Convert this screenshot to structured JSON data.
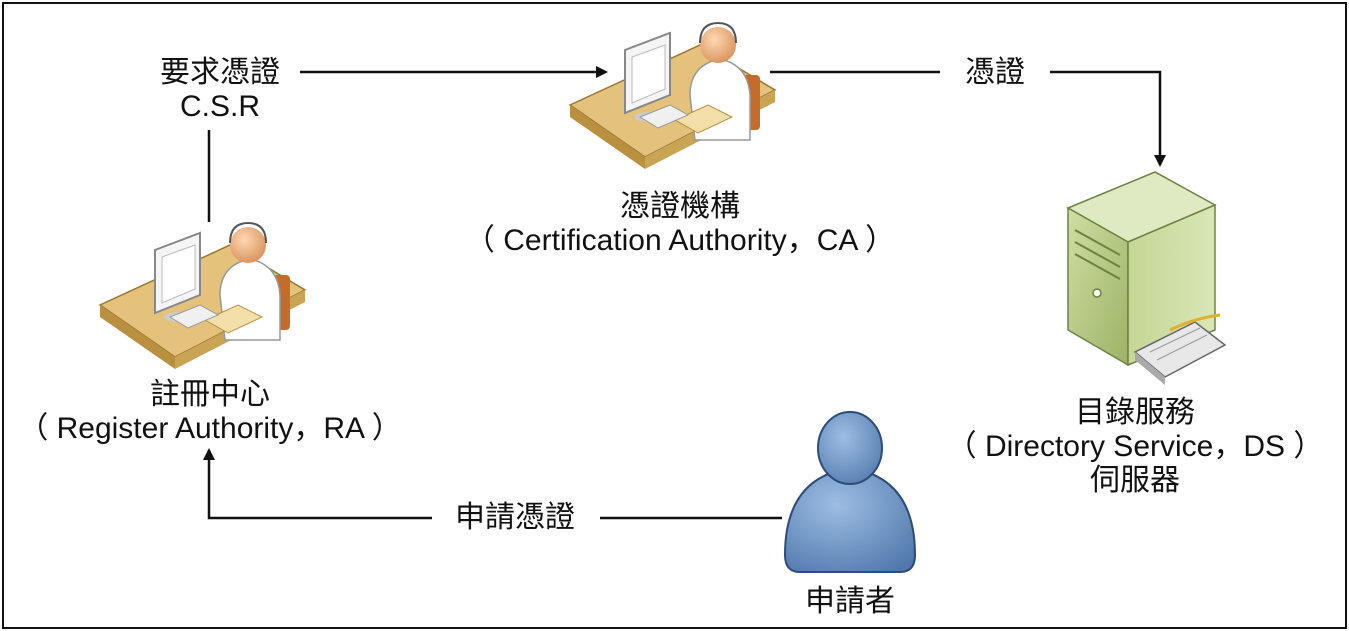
{
  "nodes": {
    "ra": {
      "title": "註冊中心",
      "subtitle": "（ Register Authority，RA ）"
    },
    "ca": {
      "title": "憑證機構",
      "subtitle": "（ Certification Authority，CA ）"
    },
    "ds": {
      "title": "目錄服務",
      "subtitle": "（ Directory Service，DS ）",
      "subtitle2": "伺服器"
    },
    "applicant": {
      "title": "申請者"
    }
  },
  "edges": {
    "csr": {
      "line1": "要求憑證",
      "line2": "C.S.R"
    },
    "certificate": {
      "label": "憑證"
    },
    "apply": {
      "label": "申請憑證"
    }
  },
  "colors": {
    "line": "#111111",
    "desk": "#e2c07a",
    "desk_dark": "#b8903f",
    "server_green": "#b9cc8a",
    "server_dark": "#7f9450",
    "person_blue": "#6f97c8",
    "person_dark": "#3d5f8c",
    "skin": "#f2b98a"
  },
  "icons": [
    "operator-desk-icon",
    "server-icon",
    "person-icon"
  ]
}
